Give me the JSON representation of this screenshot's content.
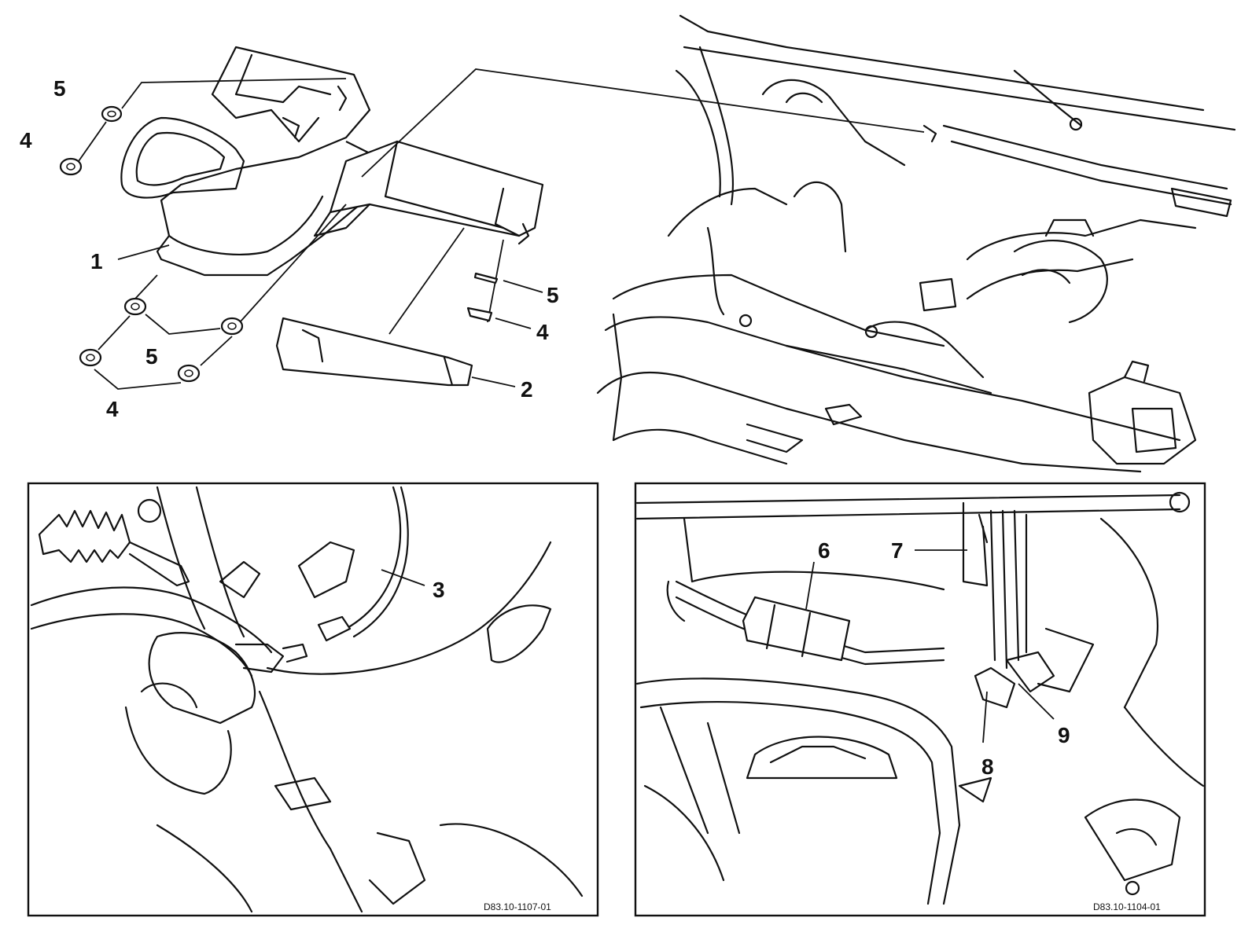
{
  "callouts": {
    "c1": "1",
    "c2": "2",
    "c3": "3",
    "c4a": "4",
    "c4b": "4",
    "c4c": "4",
    "c5a": "5",
    "c5b": "5",
    "c5c": "5",
    "c6": "6",
    "c7": "7",
    "c8": "8",
    "c9": "9"
  },
  "codes": {
    "left_panel": "D83.10-1107-01",
    "right_panel": "D83.10-1104-01"
  },
  "colors": {
    "line": "#111111",
    "background": "#ffffff"
  }
}
